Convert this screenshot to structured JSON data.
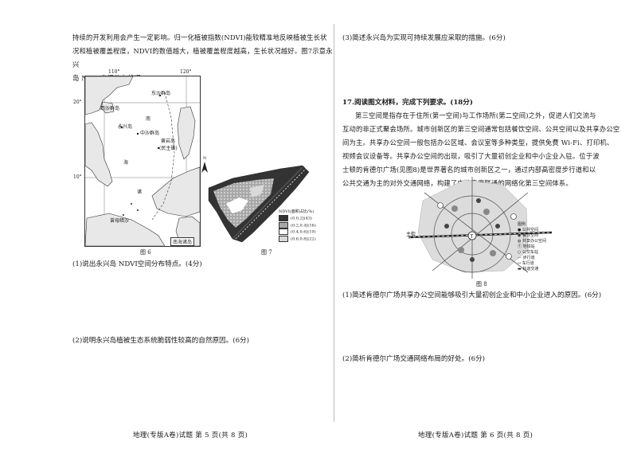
{
  "left": {
    "intro_lines": [
      "持续的开发利用会产生一定影响。归一化植被指数(NDVI)能较精准地反映植被生长状",
      "况和植被覆盖程度，NDVI的数值越大，植被覆盖程度越高，生长状况越好。图7示意永兴",
      "岛 NDVI空间分布状况。"
    ],
    "map6": {
      "lon_labels": [
        "110°",
        "120°"
      ],
      "lat_labels": [
        "20°",
        "10°"
      ],
      "places": [
        "东沙群岛",
        "西沙群岛",
        "永兴岛",
        "中沙群岛",
        "黄岩岛",
        "(民主礁)",
        "南",
        "海",
        "诸",
        "曾母暗沙",
        "南海诸岛"
      ]
    },
    "fig6_caption": "图 6",
    "fig7_caption": "图 7",
    "north_label": "N",
    "legend7": {
      "title": "NDVI(面积占比/%)",
      "items": [
        {
          "label": "(0.0.2](43)",
          "color": "#333333"
        },
        {
          "label": "(0.2,0.4](16)",
          "color": "#a8a8a8"
        },
        {
          "label": "(0.4,0.6](19)",
          "color": "#ffffff"
        },
        {
          "label": "(0.6,0.8](22)",
          "color": "#d9d9d9"
        }
      ]
    },
    "q1": "(1)说出永兴岛 NDVI空间分布特点。(4分)",
    "q2": "(2)说明永兴岛植被生态系统脆弱性较高的自然原因。(6分)",
    "footer": "地理(专版A卷)试题    第 5 页(共 8 页)"
  },
  "right": {
    "q3": "(3)简述永兴岛为实现可持续发展应采取的措施。(6分)",
    "q17_title": "17.阅读图文材料，完成下列要求。(18分)",
    "q17_lines": [
      "第三空间是指存在于住所(第一空间)与工作场所(第二空间)之外，促进人们交流与",
      "互动的非正式聚会场所。城市创新区的第三空间通常包括餐饮空间、公共空间以及共享办公空",
      "间为主。共享办公空间一般包括办公区域、会议室等多种类型，提供免费 Wi-Fi、打印机、",
      "视频会议设备等。共享办公空间的出现，吸引了大量初创企业和中小企业入驻。位于波",
      "士顿的肯德尔广场(见图8)是世界著名的城市创新区之一，通过内部高密度步行道和以",
      "公共交通为主的对外交通网络，构建了内外高度联通的网络化第三空间体系。"
    ],
    "fig8": {
      "road_label": "主街",
      "legend_title": "图例",
      "legend_items": [
        "公共空间",
        "餐饮空间",
        "共享办公空间",
        "地铁站",
        "公交车站",
        "步行道",
        "车行道",
        "轨道交通"
      ]
    },
    "fig8_caption": "图 8",
    "q17_1": "(1)简述肯德尔广场共享办公空间能够吸引大量初创企业和中小企业进入的原因。(6分)",
    "q17_2": "(2)简析肯德尔广场交通网络布局的好处。(6分)",
    "footer": "地理(专版A卷)试题    第 6 页(共 8 页)"
  }
}
